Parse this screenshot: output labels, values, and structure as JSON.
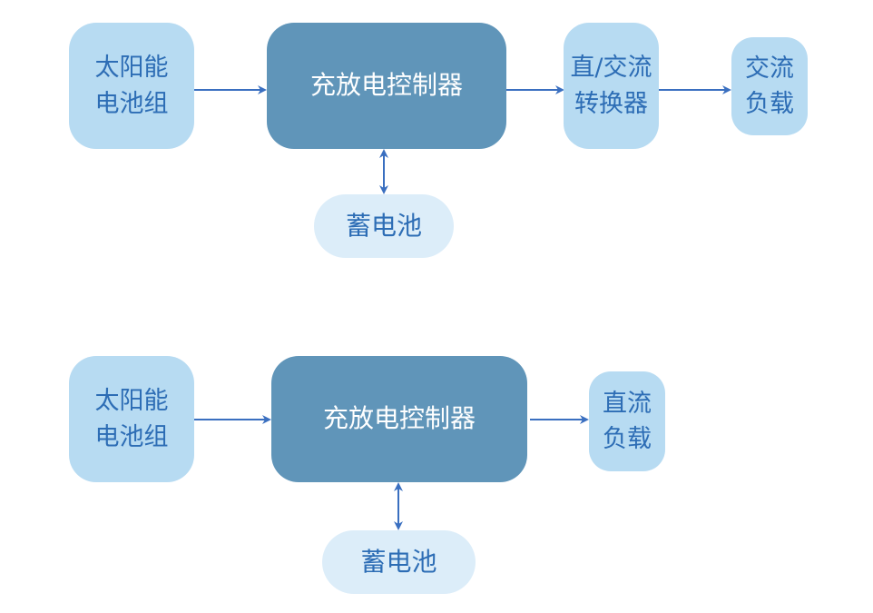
{
  "colors": {
    "light_box": "#b7dbf2",
    "dark_box": "#6095b9",
    "pale_box": "#dcedf9",
    "text_blue": "#2d6db5",
    "arrow": "#3a6fc0"
  },
  "ac_system": {
    "solar_array": "太阳能\n电池组",
    "controller": "充放电控制器",
    "inverter": "直/交流\n转换器",
    "load": "交流\n负载",
    "battery": "蓄电池"
  },
  "dc_system": {
    "solar_array": "太阳能\n电池组",
    "controller": "充放电控制器",
    "load": "直流\n负载",
    "battery": "蓄电池"
  }
}
